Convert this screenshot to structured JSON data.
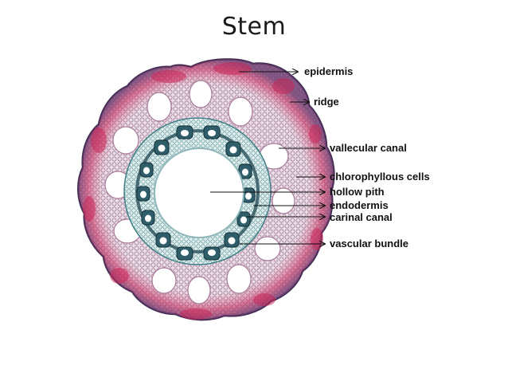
{
  "title": "Stem",
  "labels": {
    "epidermis": "epidermis",
    "ridge": "ridge",
    "vallecular_canal": "vallecular canal",
    "chlorophyllous_cells": "chlorophyllous cells",
    "hollow_pith": "hollow pith",
    "endodermis": "endodermis",
    "carinal_canal": "carinal canal",
    "vascular_bundle": "vascular bundle"
  },
  "colors": {
    "epidermis_magenta": "#c8285a",
    "cortex_teal": "#5aa0a0",
    "endodermis_dark": "#1e4650",
    "pith_white": "#ffffff"
  }
}
